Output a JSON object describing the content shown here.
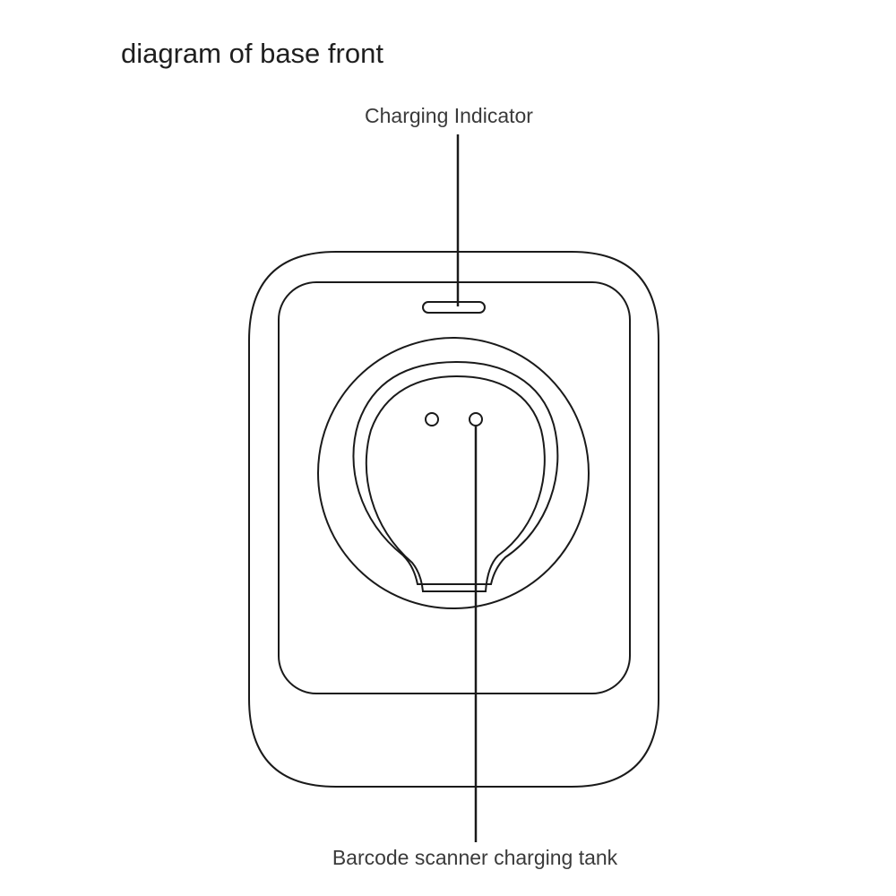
{
  "title": "diagram of base front",
  "callouts": {
    "charging_indicator": "Charging Indicator",
    "charging_tank": "Barcode scanner charging tank"
  },
  "colors": {
    "stroke": "#1a1a1a",
    "background": "#ffffff",
    "label_text": "#3a3a3a"
  }
}
